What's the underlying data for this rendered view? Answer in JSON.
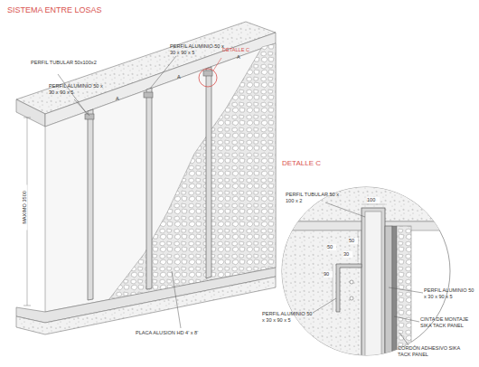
{
  "diagram": {
    "title": "SISTEMA ENTRE LOSAS",
    "labels": [
      "DETALLE C",
      "PERFIL ALUMINIO 50 x 30 x 90 x 5",
      "PERFIL TUBULAR 50x100x2",
      "PERFIL ALUMINIO 50 x 30 x 90 x 5",
      "A",
      "A",
      "A",
      "MAXIMO 3500",
      "PLACA ALUSION HD 4' x 8'",
      "DETALLE C",
      "PERFIL TUBULAR 50 x 100 x 2",
      "50",
      "100",
      "30",
      "90",
      "50",
      "PERFIL ALUMINIO 50 x 30 x 90 x 5",
      "PERFIL ALUMINIO 50 x 30 x 90 x 5",
      "CINTA DE MONTAJE SIKA TACK PANEL",
      "CORDÓN ADHESIVO SIKA TACK PANEL"
    ]
  }
}
